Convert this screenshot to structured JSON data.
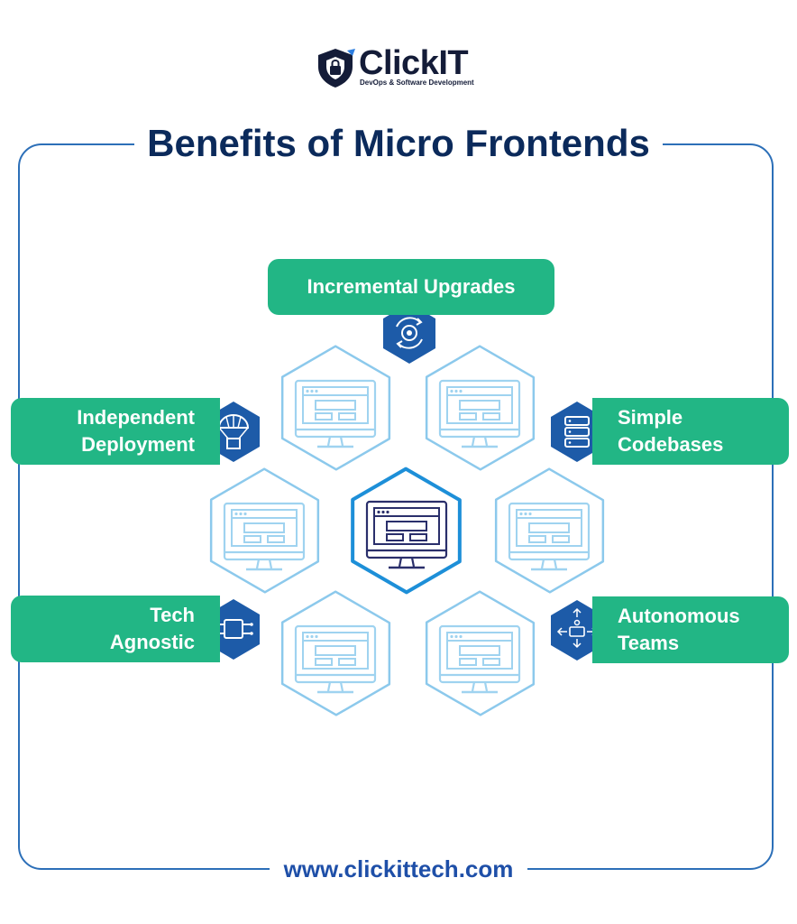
{
  "brand": {
    "name": "ClickIT",
    "tagline": "DevOps & Software Development"
  },
  "title": "Benefits of Micro Frontends",
  "benefits": {
    "top": {
      "label": "Incremental Upgrades",
      "icon": "gear-refresh-icon"
    },
    "left_top": {
      "label": "Independent\nDeployment",
      "icon": "parachute-box-icon"
    },
    "right_top": {
      "label": "Simple\nCodebases",
      "icon": "server-stack-icon"
    },
    "left_bottom": {
      "label": "Tech\nAgnostic",
      "icon": "chip-icon"
    },
    "right_bottom": {
      "label": "Autonomous\nTeams",
      "icon": "team-arrows-icon"
    }
  },
  "hub_icon": "monitor-window-icon",
  "footer_url": "www.clickittech.com",
  "colors": {
    "navy": "#0b2a5b",
    "green": "#22b685",
    "icon_blue": "#1d5ba8",
    "hex_outline": "#8cc9ec",
    "center_outline": "#1d8fd8"
  }
}
